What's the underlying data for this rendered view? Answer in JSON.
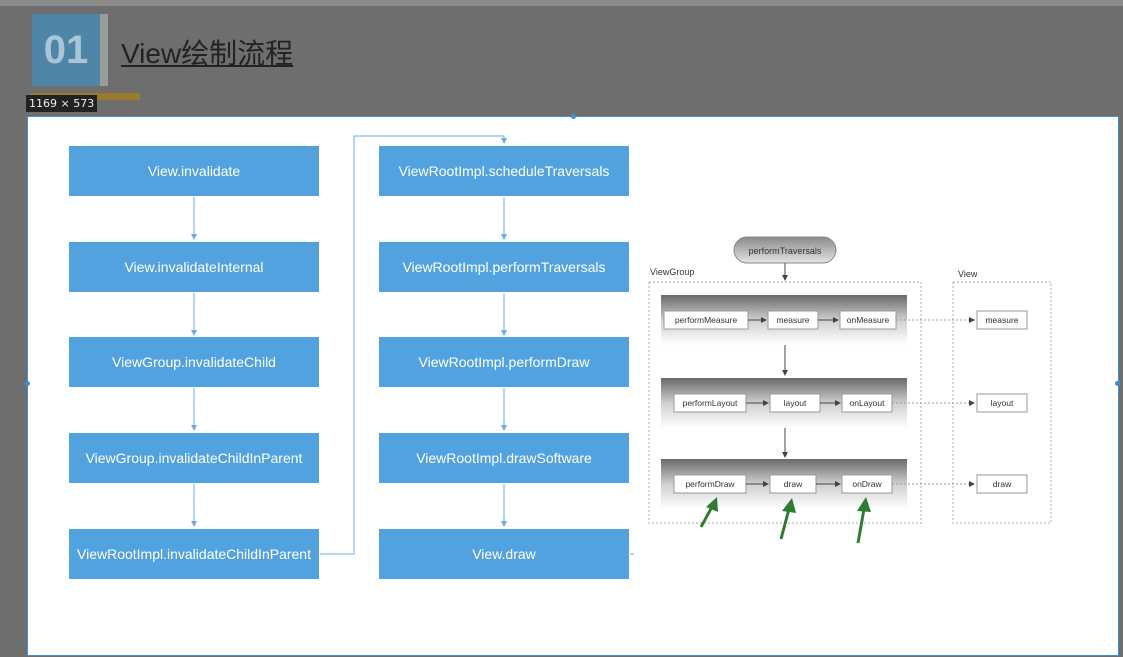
{
  "header": {
    "section_number": "01",
    "title": "View绘制流程",
    "size_badge": "1169 × 573"
  },
  "flow_left": [
    "View.invalidate",
    "View.invalidateInternal",
    "ViewGroup.invalidateChild",
    "ViewGroup.invalidateChildInParent",
    "ViewRootImpl.invalidateChildInParent"
  ],
  "flow_right": [
    "ViewRootImpl.scheduleTraversals",
    "ViewRootImpl.performTraversals",
    "ViewRootImpl.performDraw",
    "ViewRootImpl.drawSoftware",
    "View.draw"
  ],
  "traversal": {
    "start": "performTraversals",
    "viewgroup_label": "ViewGroup",
    "view_label": "View",
    "rows": [
      {
        "perform": "performMeasure",
        "mid": "measure",
        "on": "onMeasure",
        "view": "measure"
      },
      {
        "perform": "performLayout",
        "mid": "layout",
        "on": "onLayout",
        "view": "layout"
      },
      {
        "perform": "performDraw",
        "mid": "draw",
        "on": "onDraw",
        "view": "draw"
      }
    ]
  },
  "colors": {
    "box_blue": "#53a2e0",
    "line_blue": "#6aaee6",
    "selection_blue": "#3d8fd6",
    "arrow_green": "#2e7d32"
  }
}
